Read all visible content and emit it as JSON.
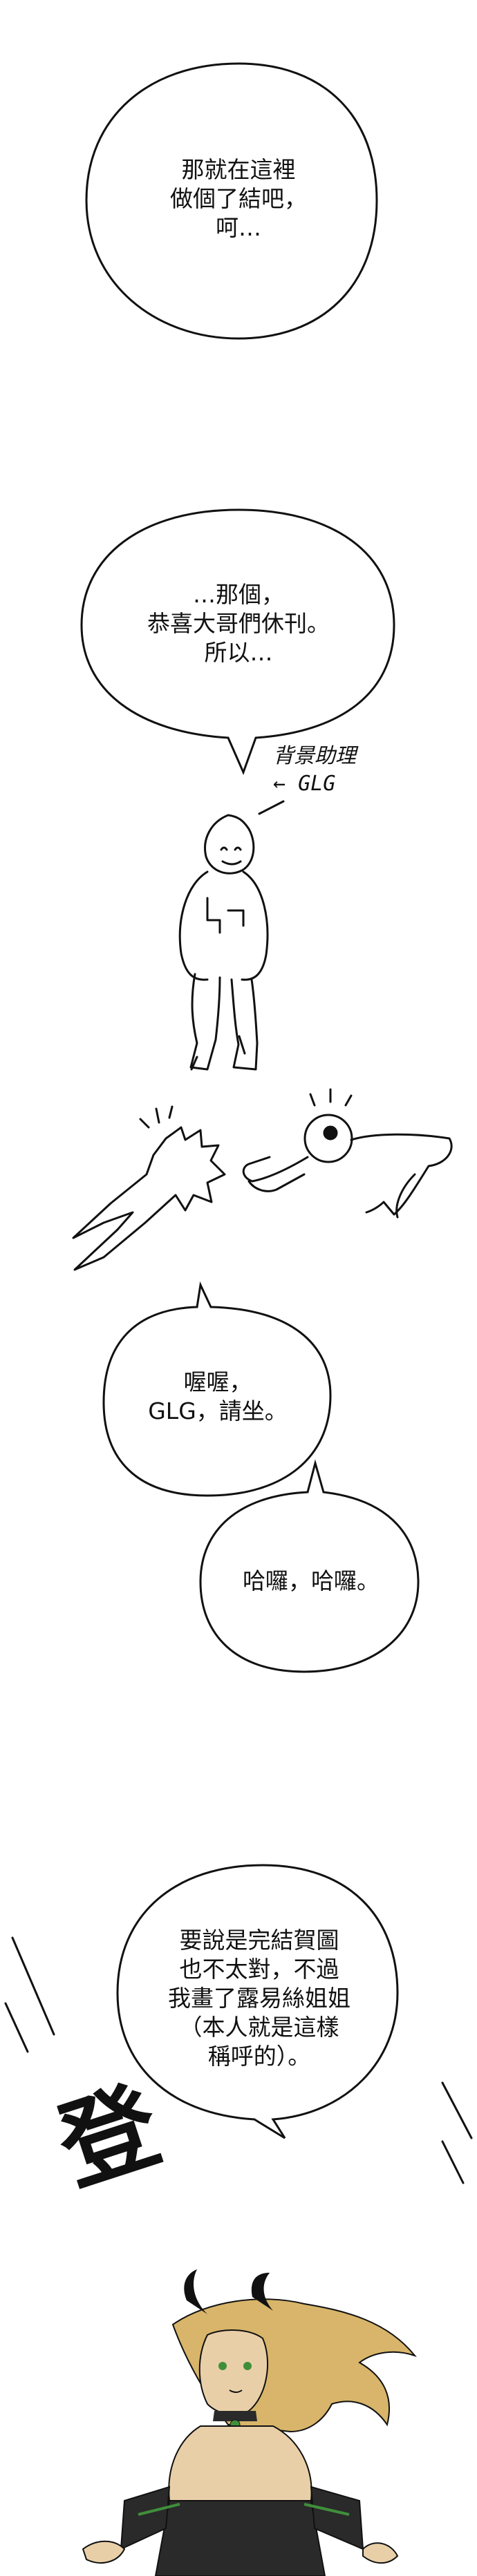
{
  "bubbles": [
    {
      "id": "b1",
      "text": "那就在這裡\n做個了結吧，\n呵…"
    },
    {
      "id": "b2",
      "text": "…那個，\n恭喜大哥們休刊。\n所以…"
    },
    {
      "id": "b3",
      "text": "喔喔，\nGLG，請坐。"
    },
    {
      "id": "b4",
      "text": "哈囉，哈囉。"
    },
    {
      "id": "b5",
      "text": "要說是完結賀圖\n也不太對，不過\n我畫了露易絲姐姐\n（本人就是這樣\n稱呼的）。"
    }
  ],
  "annotation": {
    "label": "背景助理\n← GLG"
  },
  "sfx": {
    "text": "登"
  },
  "colors": {
    "ink": "#111111",
    "hair": "#d8b56a",
    "skin": "#e9cfa8",
    "outfit": "#2a2a2a",
    "accent": "#3f8f3a"
  }
}
